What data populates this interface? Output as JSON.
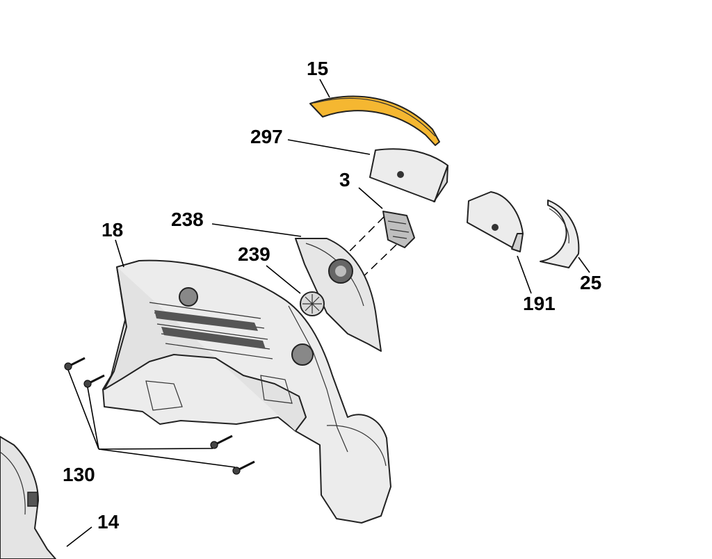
{
  "callouts": {
    "c15": "15",
    "c297": "297",
    "c3": "3",
    "c238": "238",
    "c18": "18",
    "c239": "239",
    "c191": "191",
    "c25": "25",
    "c130": "130",
    "c14": "14"
  },
  "colors": {
    "highlight": "#F5B731",
    "part_fill": "#ECECEC",
    "part_shade": "#B9B9B9",
    "line": "#000000"
  }
}
